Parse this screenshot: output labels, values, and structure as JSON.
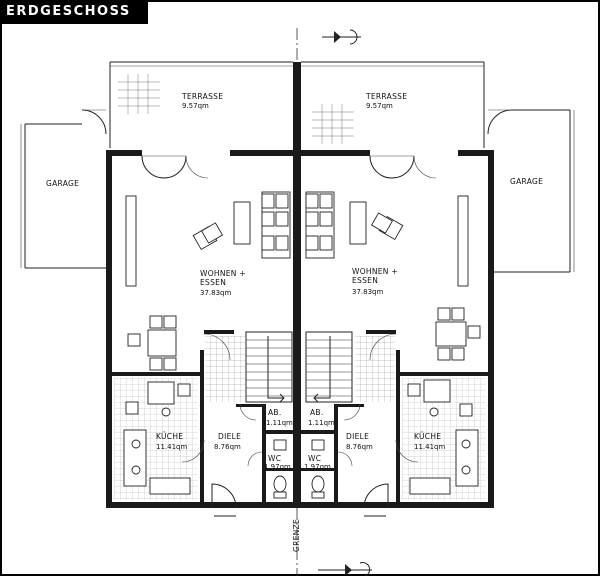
{
  "plan": {
    "title": "ERDGESCHOSS",
    "boundary_label": "GRENZE",
    "garage_left": "GARAGE",
    "garage_right": "GARAGE",
    "left_unit": {
      "terrasse": {
        "name": "TERRASSE",
        "area": "9.57qm"
      },
      "wohnen": {
        "name1": "WOHNEN +",
        "name2": "ESSEN",
        "area": "37.83qm"
      },
      "kueche": {
        "name": "KÜCHE",
        "area": "11.41qm"
      },
      "diele": {
        "name": "DIELE",
        "area": "8.76qm"
      },
      "ab": {
        "name": "AB.",
        "area": "1.11qm"
      },
      "wc": {
        "name": "WC",
        "area": "1.97qm"
      }
    },
    "right_unit": {
      "terrasse": {
        "name": "TERRASSE",
        "area": "9.57qm"
      },
      "wohnen": {
        "name1": "WOHNEN +",
        "name2": "ESSEN",
        "area": "37.83qm"
      },
      "kueche": {
        "name": "KÜCHE",
        "area": "11.41qm"
      },
      "diele": {
        "name": "DIELE",
        "area": "8.76qm"
      },
      "ab": {
        "name": "AB.",
        "area": "1.11qm"
      },
      "wc": {
        "name": "WC",
        "area": "1.97qm"
      }
    }
  }
}
